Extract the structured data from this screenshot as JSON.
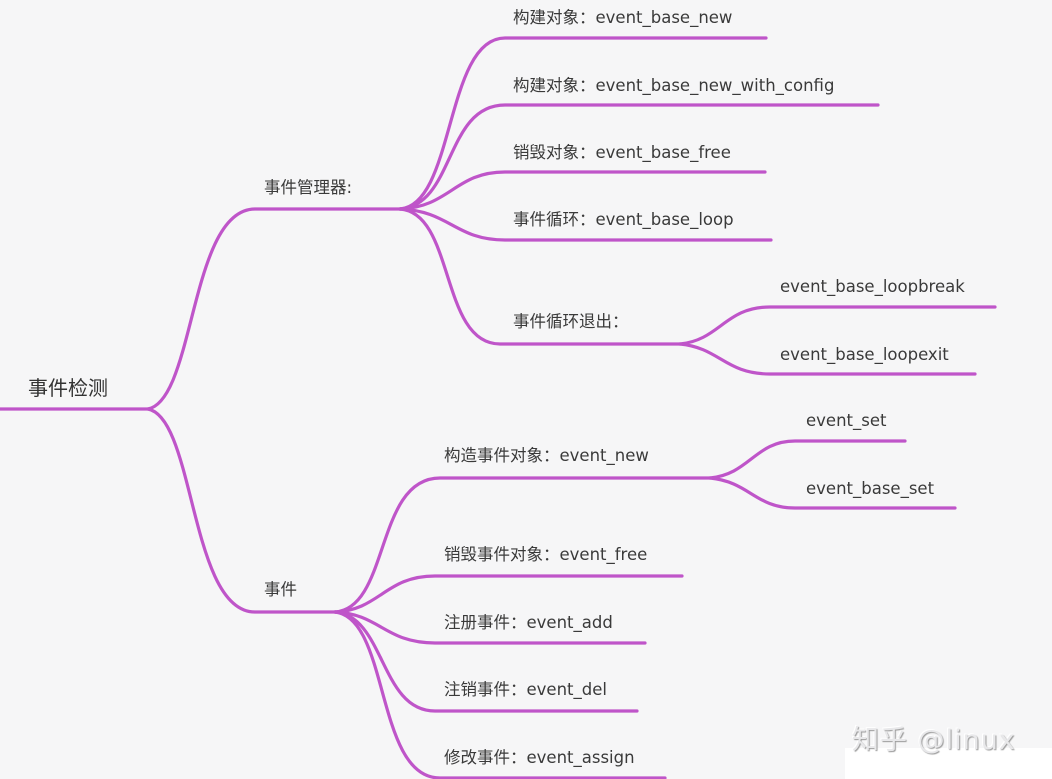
{
  "theme": {
    "edge_color": "#bf55c9",
    "background": "#f6f6f7",
    "text_color": "#3a3a3a"
  },
  "root": {
    "label": "事件检测",
    "children": [
      {
        "label": "事件管理器:",
        "children": [
          {
            "label": "构建对象：event_base_new"
          },
          {
            "label": "构建对象：event_base_new_with_config"
          },
          {
            "label": "销毁对象：event_base_free"
          },
          {
            "label": "事件循环：event_base_loop"
          },
          {
            "label": "事件循环退出：",
            "children": [
              {
                "label": "event_base_loopbreak"
              },
              {
                "label": "event_base_loopexit"
              }
            ]
          }
        ]
      },
      {
        "label": "事件",
        "children": [
          {
            "label": "构造事件对象：event_new",
            "children": [
              {
                "label": "event_set"
              },
              {
                "label": "event_base_set"
              }
            ]
          },
          {
            "label": "销毁事件对象：event_free"
          },
          {
            "label": "注册事件：event_add"
          },
          {
            "label": "注销事件：event_del"
          },
          {
            "label": "修改事件：event_assign"
          }
        ]
      }
    ]
  },
  "watermark": "知乎 @linux"
}
